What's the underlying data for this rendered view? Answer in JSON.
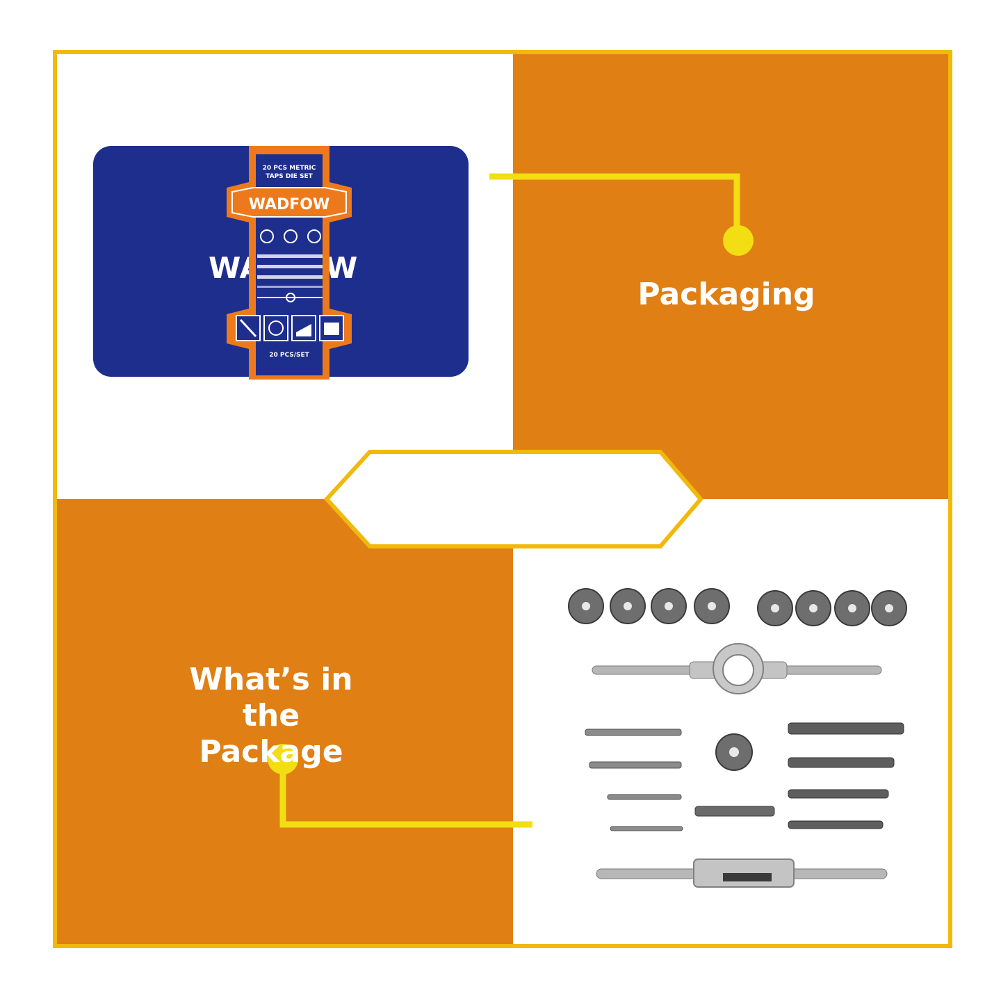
{
  "colors": {
    "orange": "#e07f13",
    "yellow": "#f3dd13",
    "border": "#f0b90b",
    "navy": "#1e2e8c",
    "white": "#ffffff"
  },
  "labels": {
    "packaging": "Packaging",
    "whats_in_line1": "What’s in the",
    "whats_in_line2": "Package"
  },
  "box": {
    "brand": "WADFOW",
    "band_title_line1": "20 PCS METRIC",
    "band_title_line2": "TAPS DIE SET",
    "set_count": "20 PCS/SET"
  },
  "icons": [
    "packaging-box-image",
    "tap-die-set-image"
  ]
}
